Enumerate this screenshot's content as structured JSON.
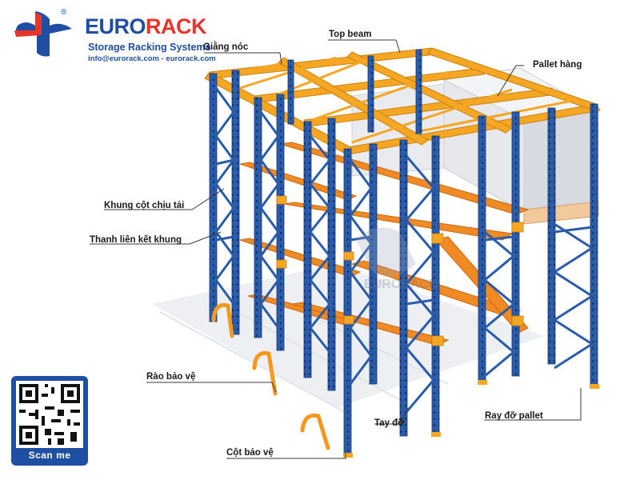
{
  "brand": {
    "name_part1": "EURO",
    "name_part2": "RACK",
    "registered": "®",
    "tagline": "Storage Racking Systems",
    "contact": "info@eurorack.com - eurorack.com"
  },
  "labels": {
    "giang_noc": "Giằng nóc",
    "top_beam": "Top beam",
    "pallet_hang": "Pallet hàng",
    "khung_cot": "Khung cột chịu tải",
    "thanh_lien_ket": "Thanh liên kết khung",
    "rao_bao_ve": "Rào bảo vệ",
    "cot_bao_ve": "Cột bảo vệ",
    "tay_do": "Tay đỡ",
    "ray_do_pallet": "Ray đỡ pallet"
  },
  "qr": {
    "caption": "Scan me"
  },
  "colors": {
    "upright_blue": "#2a5caa",
    "beam_orange": "#f5a623",
    "rail_orange": "#f08a24",
    "guard_orange": "#f39a1e",
    "brand_blue": "#1f4fa3",
    "brand_red": "#e8352b",
    "pallet_gray": "#e6e8ec"
  }
}
